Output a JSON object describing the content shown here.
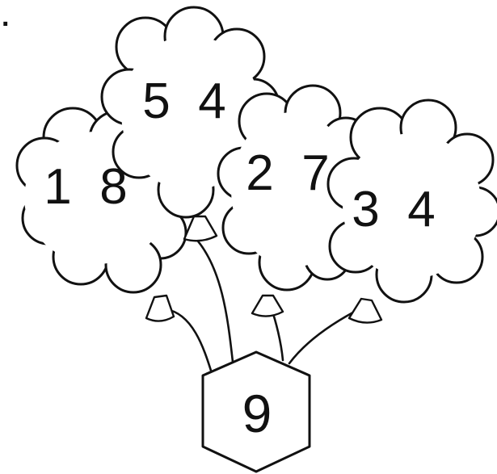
{
  "problem_marker": ".",
  "balloons": [
    {
      "label": "1 8"
    },
    {
      "label": "5 4"
    },
    {
      "label": "2 7"
    },
    {
      "label": "3 4"
    }
  ],
  "hexagon": {
    "label": "9"
  },
  "colors": {
    "ink": "#111111",
    "paper": "#ffffff"
  }
}
